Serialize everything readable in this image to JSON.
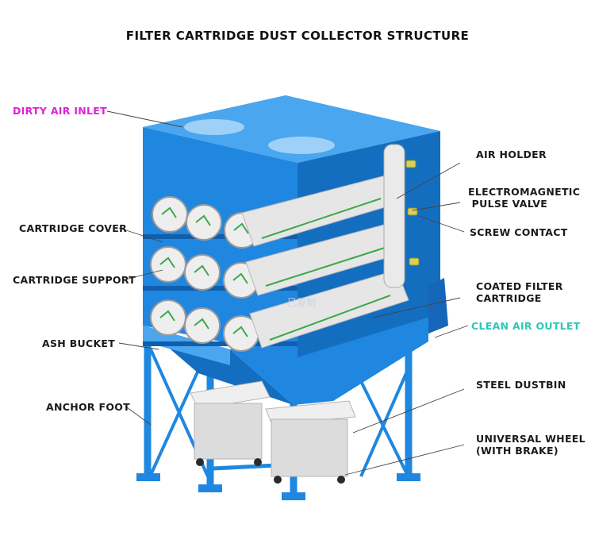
{
  "title": "FILTER CARTRIDGE DUST COLLECTOR STRUCTURE",
  "watermark": "已复制",
  "colors": {
    "body": "#1f87e0",
    "body_dark": "#146ec0",
    "body_light": "#4aa6ee",
    "cartridge": "#e6e6e6",
    "bin": "#dcdcdc",
    "dirty_air": "#e020d8",
    "clean_air": "#2ec7b7",
    "support_green": "#3aa84a"
  },
  "labels": {
    "dirty_air_inlet": "DIRTY AIR INLET",
    "cartridge_cover": "CARTRIDGE COVER",
    "cartridge_support": "CARTRIDGE SUPPORT",
    "ash_bucket": "ASH BUCKET",
    "anchor_foot": "ANCHOR FOOT",
    "air_holder": "AIR HOLDER",
    "pulse_valve": "ELECTROMAGNETIC\n PULSE VALVE",
    "screw_contact": "SCREW CONTACT",
    "coated_filter": "COATED FILTER\nCARTRIDGE",
    "clean_air_outlet": "CLEAN AIR OUTLET",
    "steel_dustbin": "STEEL DUSTBIN",
    "universal_wheel": "UNIVERSAL WHEEL\n(WITH BRAKE)"
  }
}
